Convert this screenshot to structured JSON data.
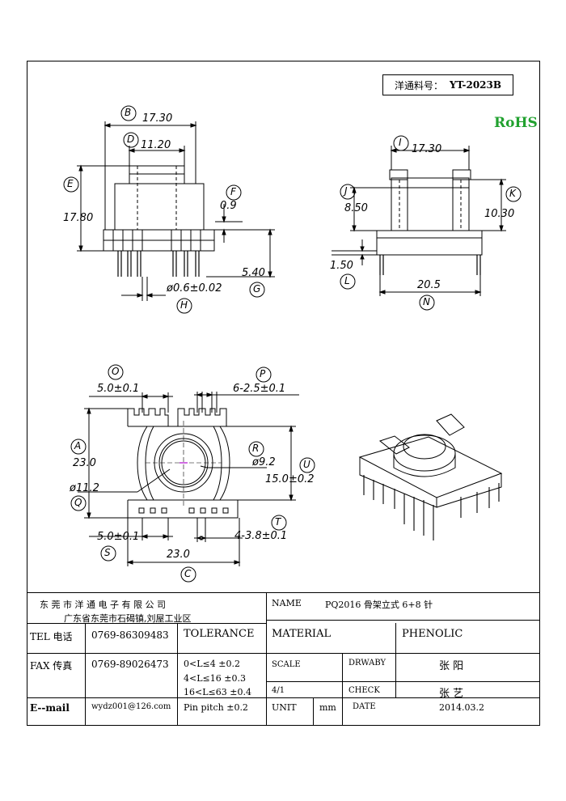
{
  "part_box": {
    "label": "洋通料号：",
    "number": "YT-2023B"
  },
  "rohs": "RoHS",
  "dims": {
    "B": "17.30",
    "D": "11.20",
    "E": "17.80",
    "F": "0.9",
    "G": "5.40",
    "H": "ø0.6±0.02",
    "I": "17.30",
    "J": "8.50",
    "K": "10.30",
    "L": "1.50",
    "N": "20.5",
    "O": "5.0±0.1",
    "P": "6-2.5±0.1",
    "A": "23.0",
    "R": "ø9.2",
    "U": "15.0±0.2",
    "Q": "ø11.2",
    "S": "5.0±0.1",
    "T": "4-3.8±0.1",
    "C": "23.0"
  },
  "letters": {
    "B": "B",
    "D": "D",
    "E": "E",
    "F": "F",
    "G": "G",
    "H": "H",
    "I": "I",
    "J": "J",
    "K": "K",
    "L": "L",
    "N": "N",
    "O": "O",
    "P": "P",
    "A": "A",
    "R": "R",
    "U": "U",
    "Q": "Q",
    "S": "S",
    "T": "T",
    "C": "C"
  },
  "title_block": {
    "company": "东 莞 市 洋 通 电 子 有 限 公 司",
    "address": "广东省东莞市石碣镇,刘屋工业区",
    "name_label": "NAME",
    "name_value": "PQ2016 骨架立式 6+8 针",
    "tel_label": "TEL 电话",
    "tel_value": "0769-86309483",
    "tolerance_label": "TOLERANCE",
    "material_label": "MATERIAL",
    "material_value": "PHENOLIC",
    "fax_label": "FAX 传真",
    "fax_value": "0769-89026473",
    "tol1": "0<L≤4   ±0.2",
    "tol2": "4<L≤16  ±0.3",
    "tol3": "16<L≤63  ±0.4",
    "pin_pitch": "Pin pitch  ±0.2",
    "scale_label": "SCALE",
    "scale_value": "4/1",
    "drawby_label": "DRWABY",
    "drawby_value": "张 阳",
    "check_label": "CHECK",
    "check_value": "张 艺",
    "email_label": "E--mail",
    "email_value": "wydz001@126.com",
    "unit_label": "UNIT",
    "unit_value": "mm",
    "date_label": "DATE",
    "date_value": "2014.03.2"
  }
}
